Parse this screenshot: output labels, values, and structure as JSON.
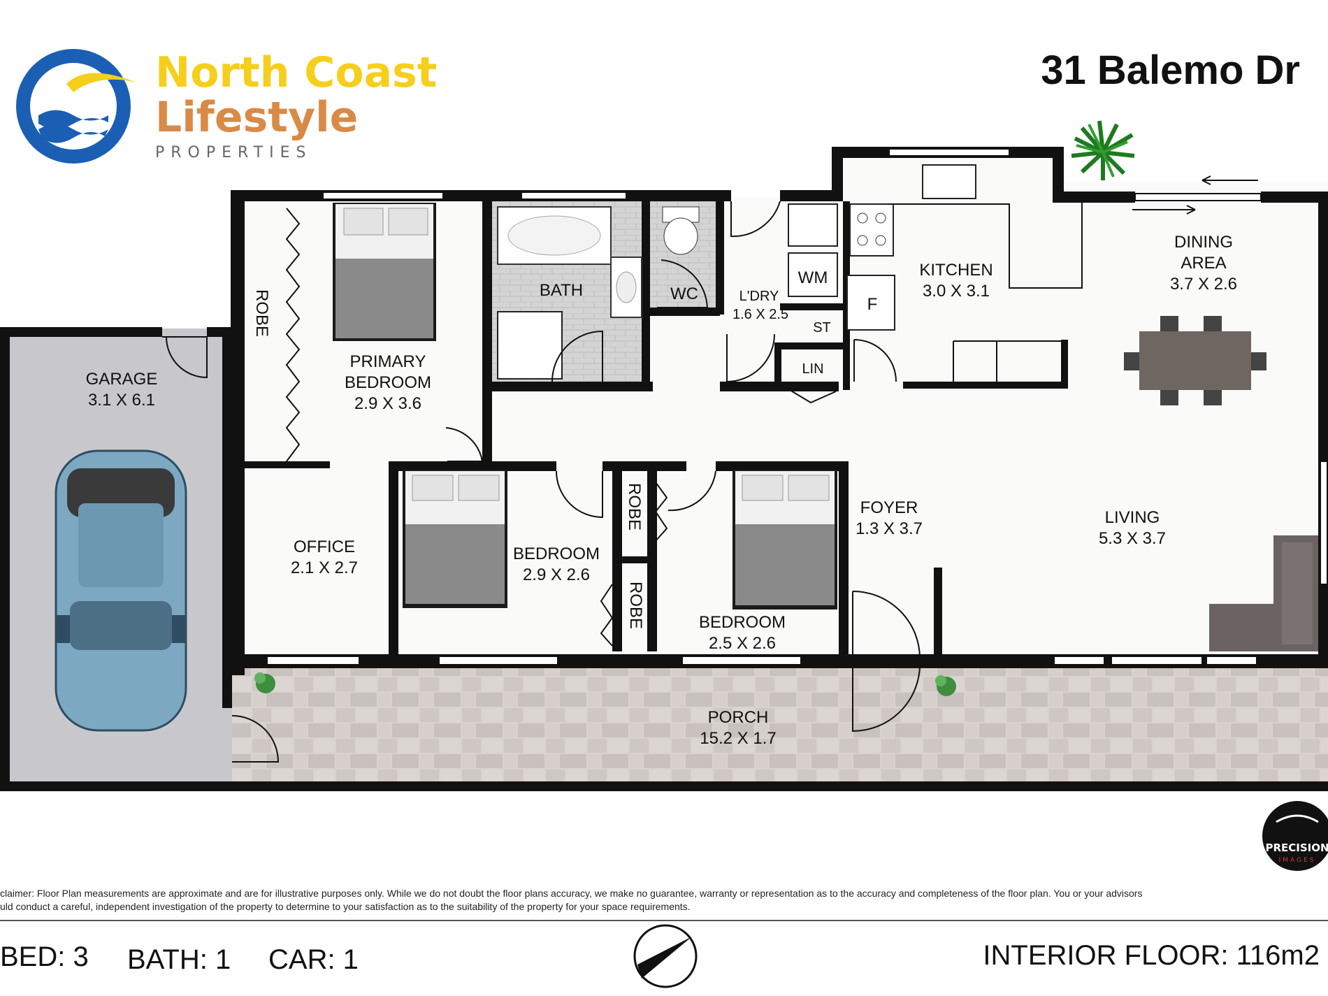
{
  "branding": {
    "line1": "North Coast",
    "line2": "Lifestyle",
    "line3": "PROPERTIES",
    "colors": {
      "blue": "#1a5fb4",
      "yellow": "#f5cf1b",
      "orange": "#d98a46"
    }
  },
  "address": "31 Balemo Dr",
  "rooms": {
    "garage": {
      "name": "GARAGE",
      "dims": "3.1 X 6.1"
    },
    "robe_main": {
      "name": "ROBE"
    },
    "primary": {
      "name1": "PRIMARY",
      "name2": "BEDROOM",
      "dims": "2.9 X 3.6"
    },
    "bath": {
      "name": "BATH"
    },
    "wc": {
      "name": "WC"
    },
    "laundry": {
      "name": "L'DRY",
      "dims": "1.6 X 2.5"
    },
    "wm": {
      "name": "WM"
    },
    "st": {
      "name": "ST"
    },
    "lin": {
      "name": "LIN"
    },
    "fridge": {
      "name": "F"
    },
    "kitchen": {
      "name": "KITCHEN",
      "dims": "3.0 X 3.1"
    },
    "dining": {
      "name1": "DINING",
      "name2": "AREA",
      "dims": "3.7 X 2.6"
    },
    "office": {
      "name": "OFFICE",
      "dims": "2.1 X 2.7"
    },
    "bedroom2": {
      "name": "BEDROOM",
      "dims": "2.9 X 2.6"
    },
    "robe2": {
      "name": "ROBE"
    },
    "robe3": {
      "name": "ROBE"
    },
    "bedroom3": {
      "name": "BEDROOM",
      "dims": "2.5 X 2.6"
    },
    "foyer": {
      "name": "FOYER",
      "dims": "1.3 X 3.7"
    },
    "living": {
      "name": "LIVING",
      "dims": "5.3 X 3.7"
    },
    "porch": {
      "name": "PORCH",
      "dims": "15.2 X 1.7"
    }
  },
  "disclaimer": {
    "line1": "claimer: Floor Plan measurements are approximate and are for illustrative purposes only. While we do not doubt the floor plans accuracy, we make no guarantee, warranty or representation as to the accuracy and completeness of the floor plan. You or your advisors",
    "line2": "uld conduct a careful, independent investigation of the property to determine to your satisfaction as to the suitability of the property for your space requirements."
  },
  "stats": {
    "bed": "BED: 3",
    "bath": "BATH: 1",
    "car": "CAR: 1",
    "interior": "INTERIOR FLOOR: 116m2"
  },
  "photographer": {
    "line1": "PRECISION",
    "line2": "IMAGES"
  },
  "icons": [
    "compass-icon",
    "plant-icon",
    "car-icon",
    "bed-icon",
    "bathtub-icon",
    "toilet-icon",
    "sink-icon",
    "stove-icon",
    "dining-table-icon",
    "sofa-icon"
  ]
}
